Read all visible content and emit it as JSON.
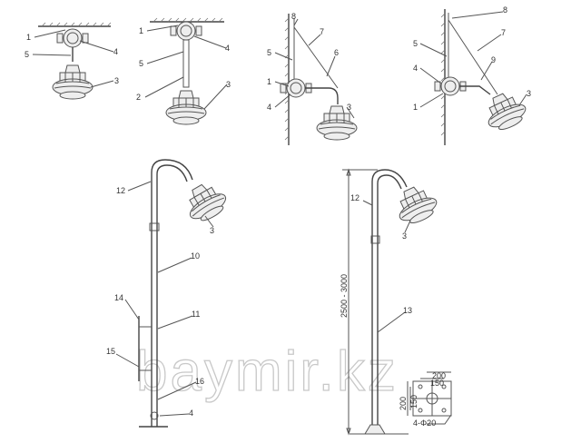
{
  "figures": [
    {
      "labels": [
        "1",
        "4",
        "5",
        "3"
      ]
    },
    {
      "labels": [
        "1",
        "4",
        "5",
        "2",
        "3"
      ]
    },
    {
      "labels": [
        "8",
        "7",
        "5",
        "6",
        "1",
        "4",
        "3"
      ]
    },
    {
      "labels": [
        "8",
        "7",
        "5",
        "9",
        "4",
        "1",
        "3"
      ]
    },
    {
      "labels": [
        "12",
        "3",
        "10",
        "14",
        "11",
        "15",
        "16",
        "4"
      ]
    },
    {
      "labels": [
        "12",
        "3",
        "13"
      ],
      "height_dimension": "2500 - 3000"
    }
  ],
  "base_plate": {
    "outer_width": "200",
    "hole_spacing_x": "150",
    "outer_height": "200",
    "hole_spacing_y": "150",
    "holes": "4-Φ20"
  },
  "watermark": "baymir.kz"
}
